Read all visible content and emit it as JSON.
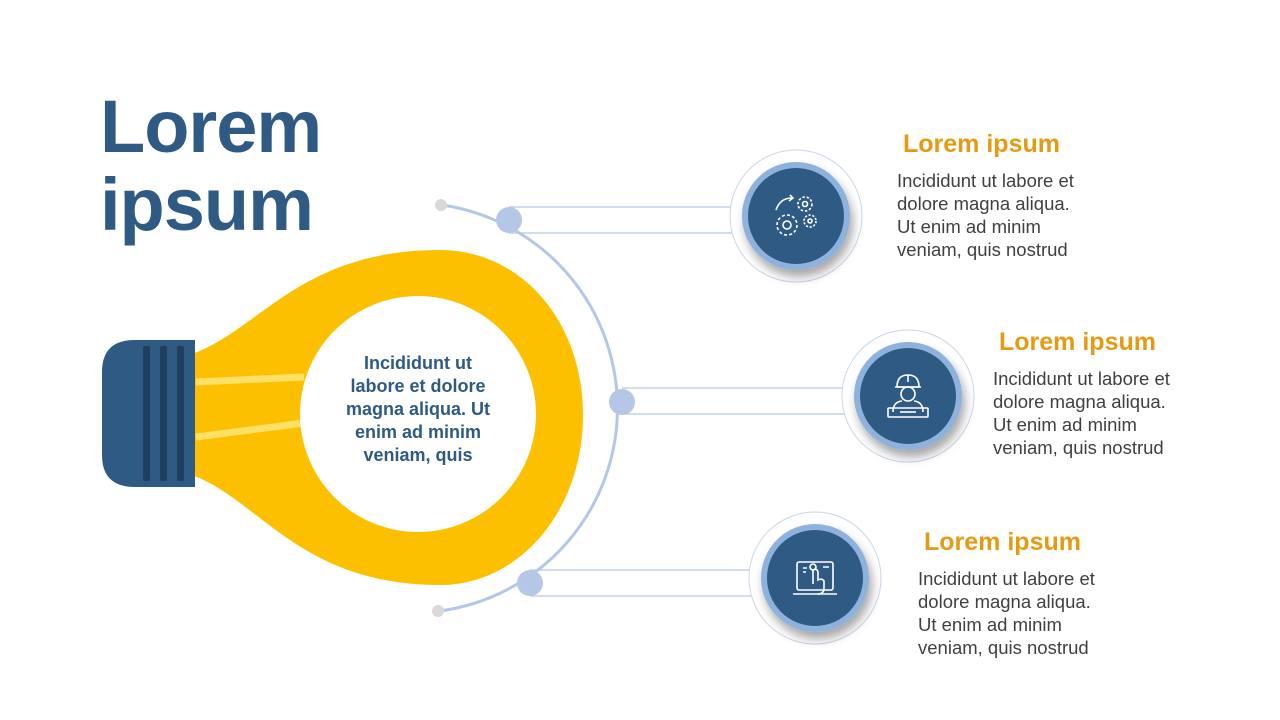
{
  "title": {
    "line1": "Lorem",
    "line2": "ipsum"
  },
  "bulb": {
    "lines": [
      "Incididunt ut",
      "labore et dolore",
      "magna aliqua. Ut",
      "enim ad minim",
      "veniam, quis"
    ]
  },
  "items": [
    {
      "icon": "gears-icon",
      "heading": "Lorem ipsum",
      "lines": [
        "Incididunt ut labore et",
        "dolore magna aliqua.",
        "Ut enim ad minim",
        "veniam, quis nostrud"
      ]
    },
    {
      "icon": "engineer-icon",
      "heading": "Lorem ipsum",
      "lines": [
        "Incididunt ut labore et",
        "dolore magna aliqua.",
        "Ut enim ad minim",
        "veniam, quis nostrud"
      ]
    },
    {
      "icon": "touch-screen-icon",
      "heading": "Lorem ipsum",
      "lines": [
        "Incididunt ut labore et",
        "dolore magna aliqua.",
        "Ut enim ad minim",
        "veniam, quis nostrud"
      ]
    }
  ],
  "colors": {
    "navy": "#2e5a84",
    "yellow": "#fcc000",
    "orange_heading": "#e49b12",
    "light_blue": "#b4c7e7",
    "ring_blue": "#7fa6d6",
    "body_text": "#404040"
  }
}
